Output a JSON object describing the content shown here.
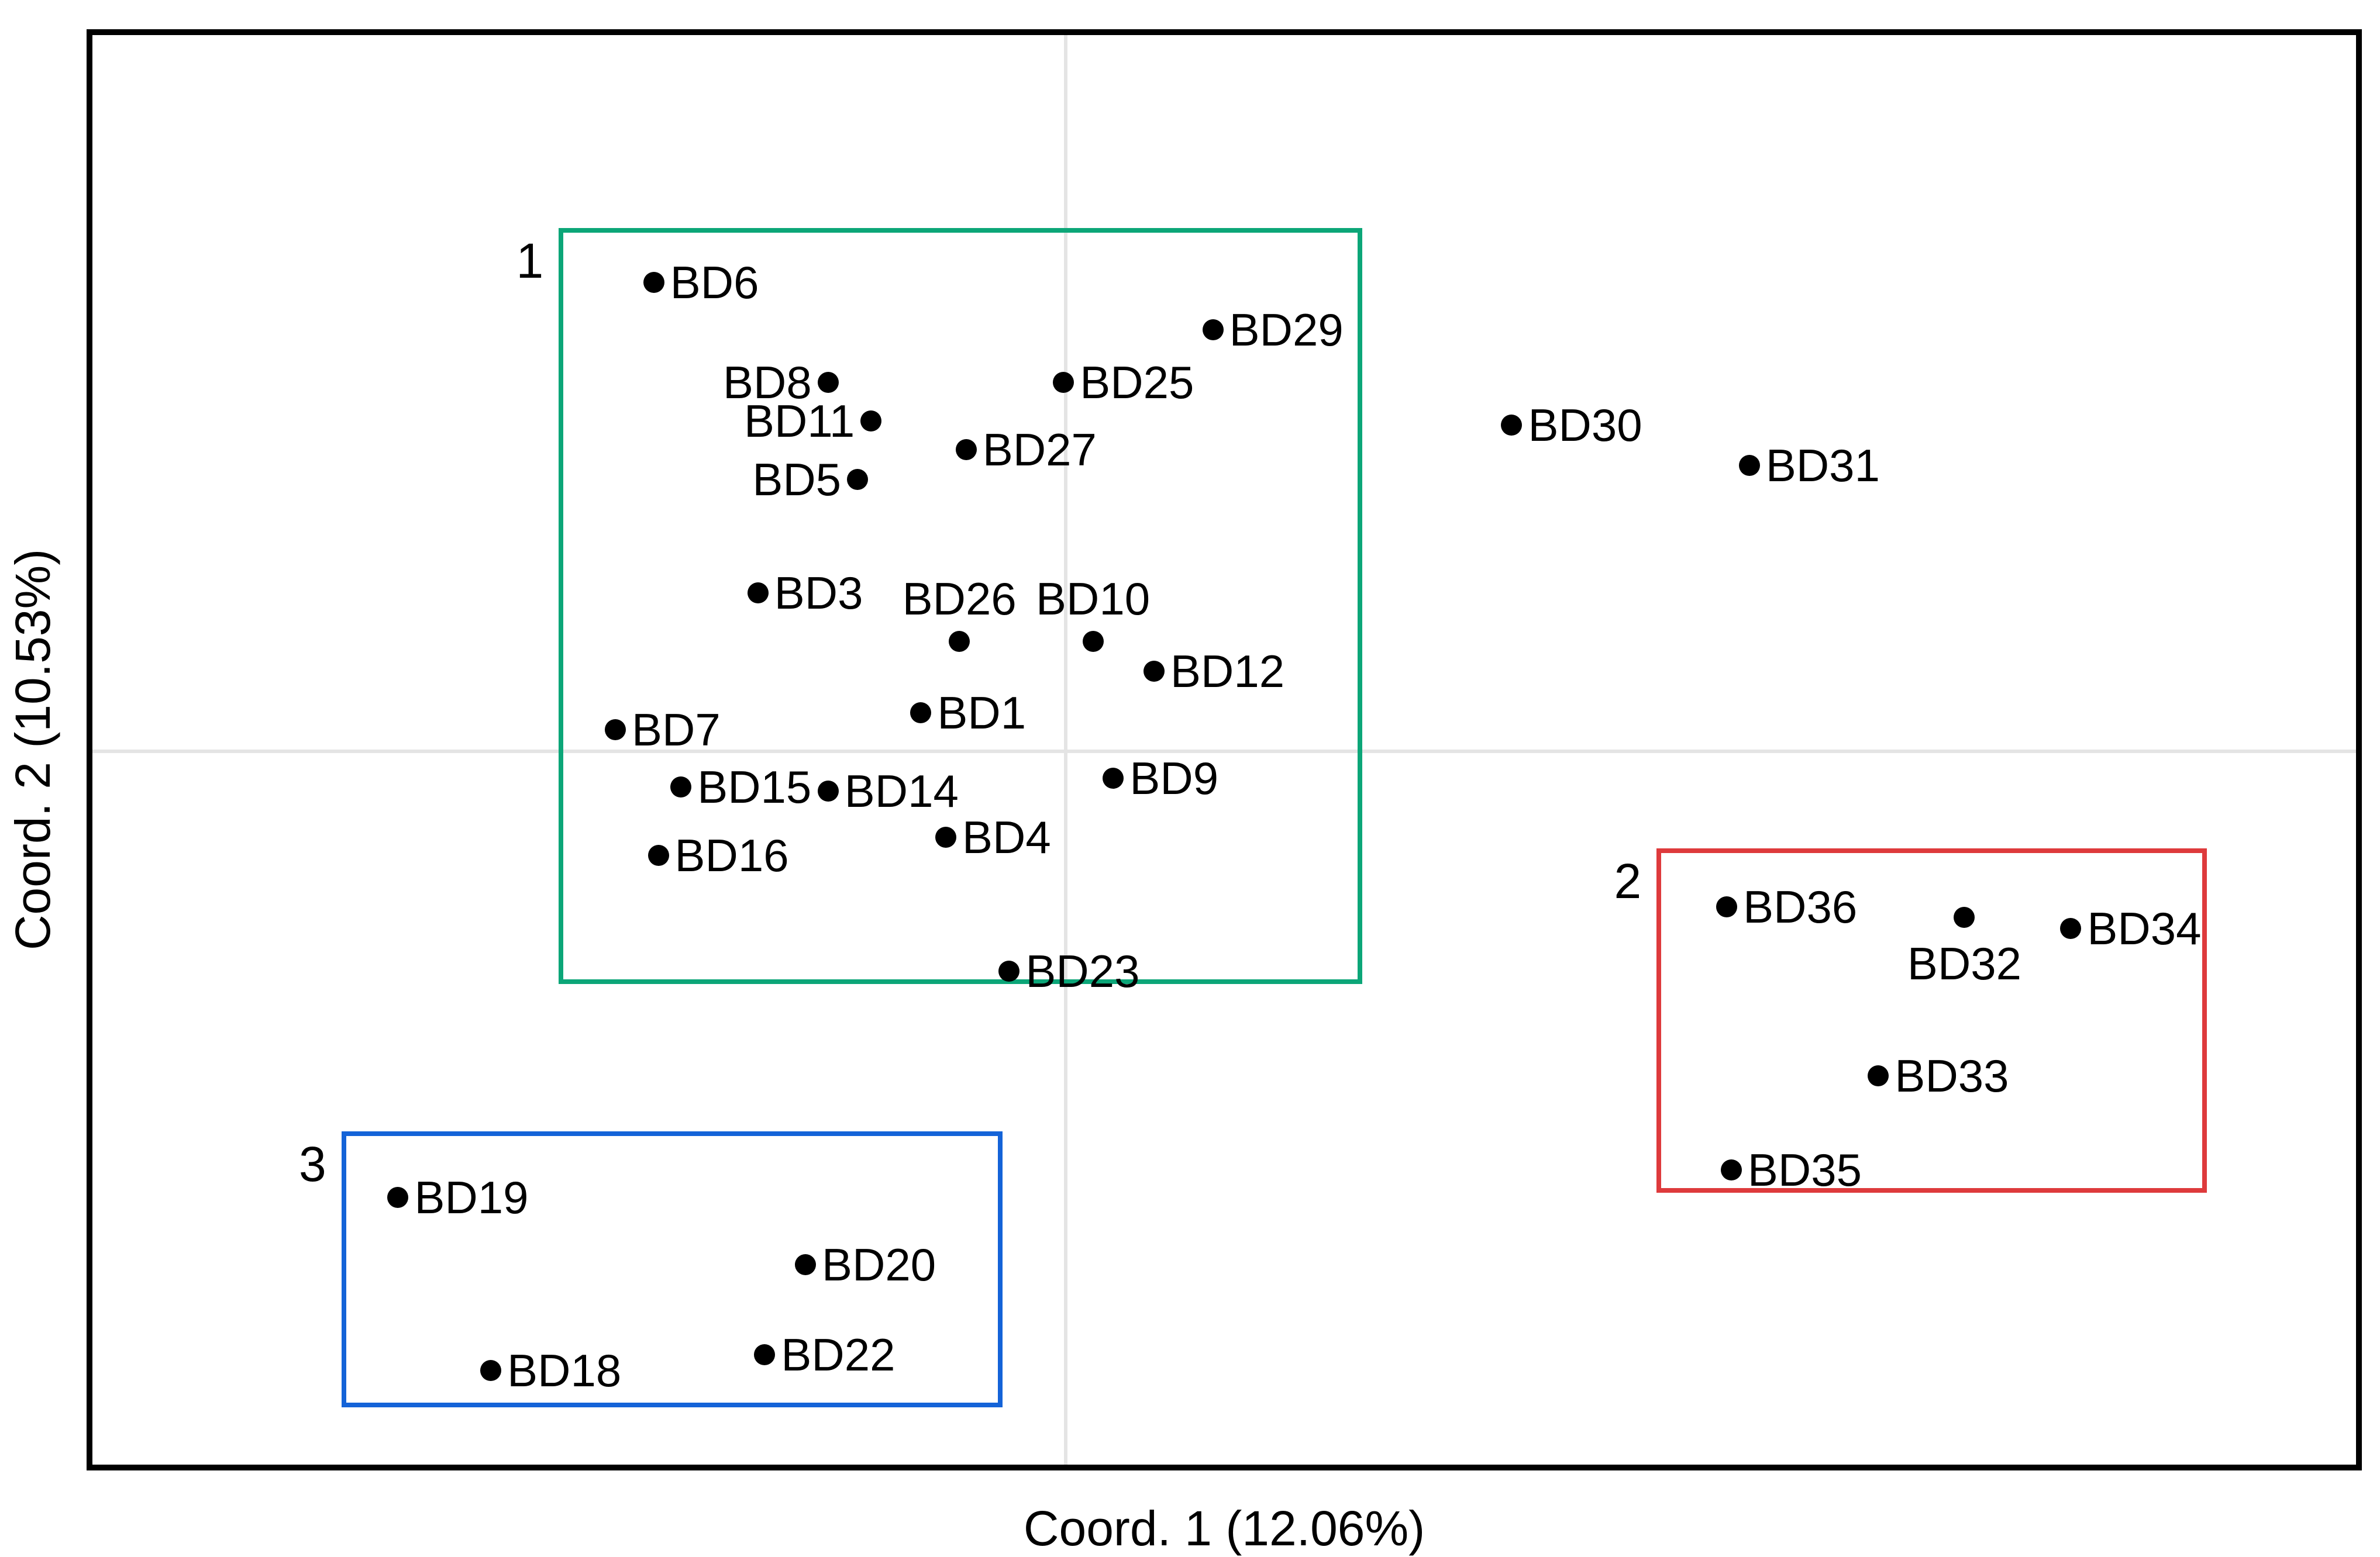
{
  "chart_data": {
    "type": "scatter",
    "xlabel": "Coord. 1 (12.06%)",
    "ylabel": "Coord. 2 (10.53%)",
    "grid": {
      "vertical_x_pct": 43.0,
      "horizontal_y_pct": 50.1,
      "color": "#e4e4e4"
    },
    "axis_note": "no numeric tick labels visible; point positions stored as percent of plot area (x: left-to-right, y: top-to-bottom)",
    "points": [
      {
        "label": "BD6",
        "x": 24.8,
        "y": 17.3,
        "label_pos": "right"
      },
      {
        "label": "BD29",
        "x": 49.5,
        "y": 20.6,
        "label_pos": "right"
      },
      {
        "label": "BD8",
        "x": 32.5,
        "y": 24.3,
        "label_pos": "left"
      },
      {
        "label": "BD25",
        "x": 42.9,
        "y": 24.3,
        "label_pos": "right"
      },
      {
        "label": "BD11",
        "x": 34.4,
        "y": 27.0,
        "label_pos": "left"
      },
      {
        "label": "BD27",
        "x": 38.6,
        "y": 29.0,
        "label_pos": "right"
      },
      {
        "label": "BD5",
        "x": 33.8,
        "y": 31.1,
        "label_pos": "left"
      },
      {
        "label": "BD30",
        "x": 62.7,
        "y": 27.3,
        "label_pos": "right"
      },
      {
        "label": "BD31",
        "x": 73.2,
        "y": 30.1,
        "label_pos": "right"
      },
      {
        "label": "BD3",
        "x": 29.4,
        "y": 39.0,
        "label_pos": "right"
      },
      {
        "label": "BD26",
        "x": 38.3,
        "y": 42.4,
        "label_pos": "above"
      },
      {
        "label": "BD10",
        "x": 44.2,
        "y": 42.4,
        "label_pos": "above"
      },
      {
        "label": "BD12",
        "x": 46.9,
        "y": 44.5,
        "label_pos": "right"
      },
      {
        "label": "BD1",
        "x": 36.6,
        "y": 47.4,
        "label_pos": "right"
      },
      {
        "label": "BD7",
        "x": 23.1,
        "y": 48.6,
        "label_pos": "right"
      },
      {
        "label": "BD15",
        "x": 26.0,
        "y": 52.6,
        "label_pos": "right"
      },
      {
        "label": "BD14",
        "x": 32.5,
        "y": 52.9,
        "label_pos": "right"
      },
      {
        "label": "BD9",
        "x": 45.1,
        "y": 52.0,
        "label_pos": "right"
      },
      {
        "label": "BD4",
        "x": 37.7,
        "y": 56.1,
        "label_pos": "right"
      },
      {
        "label": "BD16",
        "x": 25.0,
        "y": 57.4,
        "label_pos": "right"
      },
      {
        "label": "BD23",
        "x": 40.5,
        "y": 65.5,
        "label_pos": "right"
      },
      {
        "label": "BD36",
        "x": 72.2,
        "y": 61.0,
        "label_pos": "right"
      },
      {
        "label": "BD32",
        "x": 82.7,
        "y": 61.7,
        "label_pos": "below"
      },
      {
        "label": "BD34",
        "x": 87.4,
        "y": 62.5,
        "label_pos": "right"
      },
      {
        "label": "BD33",
        "x": 78.9,
        "y": 72.8,
        "label_pos": "right"
      },
      {
        "label": "BD35",
        "x": 72.4,
        "y": 79.4,
        "label_pos": "right"
      },
      {
        "label": "BD19",
        "x": 13.5,
        "y": 81.3,
        "label_pos": "right"
      },
      {
        "label": "BD20",
        "x": 31.5,
        "y": 86.0,
        "label_pos": "right"
      },
      {
        "label": "BD22",
        "x": 29.7,
        "y": 92.3,
        "label_pos": "right"
      },
      {
        "label": "BD18",
        "x": 17.6,
        "y": 93.4,
        "label_pos": "right"
      }
    ],
    "clusters": [
      {
        "id": "1",
        "color": "#0CA678",
        "x1": 20.6,
        "y1": 13.5,
        "x2": 56.1,
        "y2": 66.4
      },
      {
        "id": "2",
        "color": "#DE3A3C",
        "x1": 69.1,
        "y1": 56.9,
        "x2": 93.4,
        "y2": 81.0
      },
      {
        "id": "3",
        "color": "#1463D8",
        "x1": 11.0,
        "y1": 76.7,
        "x2": 40.2,
        "y2": 96.0
      }
    ],
    "point_color": "#000000",
    "border_color": "#000000"
  }
}
